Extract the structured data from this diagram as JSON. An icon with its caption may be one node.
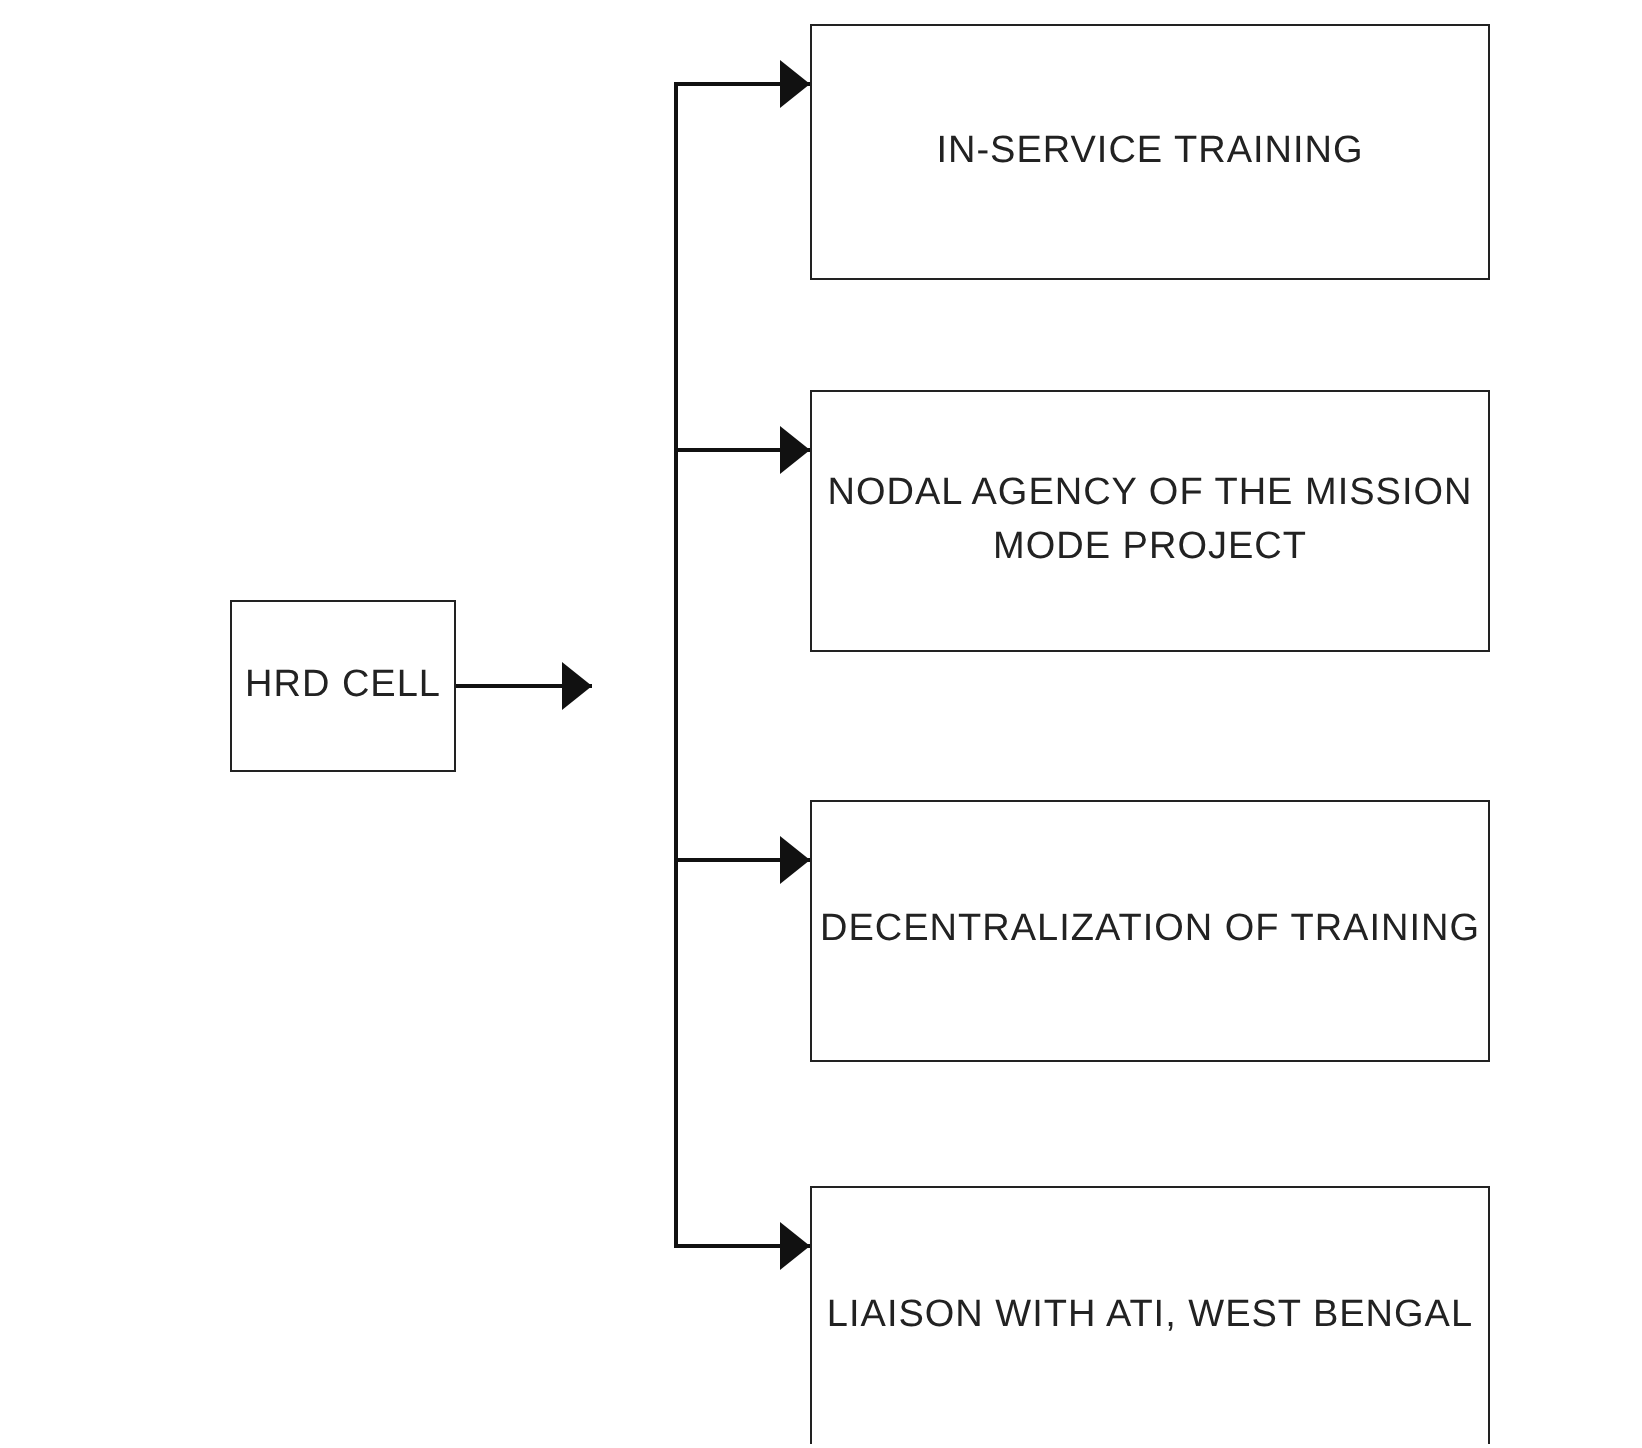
{
  "diagram": {
    "nodes": [
      {
        "text": [
          "HRD CELL"
        ]
      },
      {
        "text": [
          "IN-SERVICE TRAINING"
        ]
      },
      {
        "text": [
          "NODAL AGENCY OF THE MISSION MODE PROJECT"
        ]
      },
      {
        "text": [
          "DECENTRALIZATION OF TRAINING"
        ]
      },
      {
        "text": [
          "LIAISON WITH ATI, WEST BENGAL"
        ]
      }
    ],
    "edges": [
      {
        "from": 0,
        "to": null,
        "arrow": "to"
      },
      {
        "from": null,
        "to": 1,
        "arrow": "to"
      },
      {
        "from": null,
        "to": 2,
        "arrow": "to"
      },
      {
        "from": null,
        "to": 3,
        "arrow": "to"
      },
      {
        "from": null,
        "to": 4,
        "arrow": "to"
      }
    ]
  }
}
